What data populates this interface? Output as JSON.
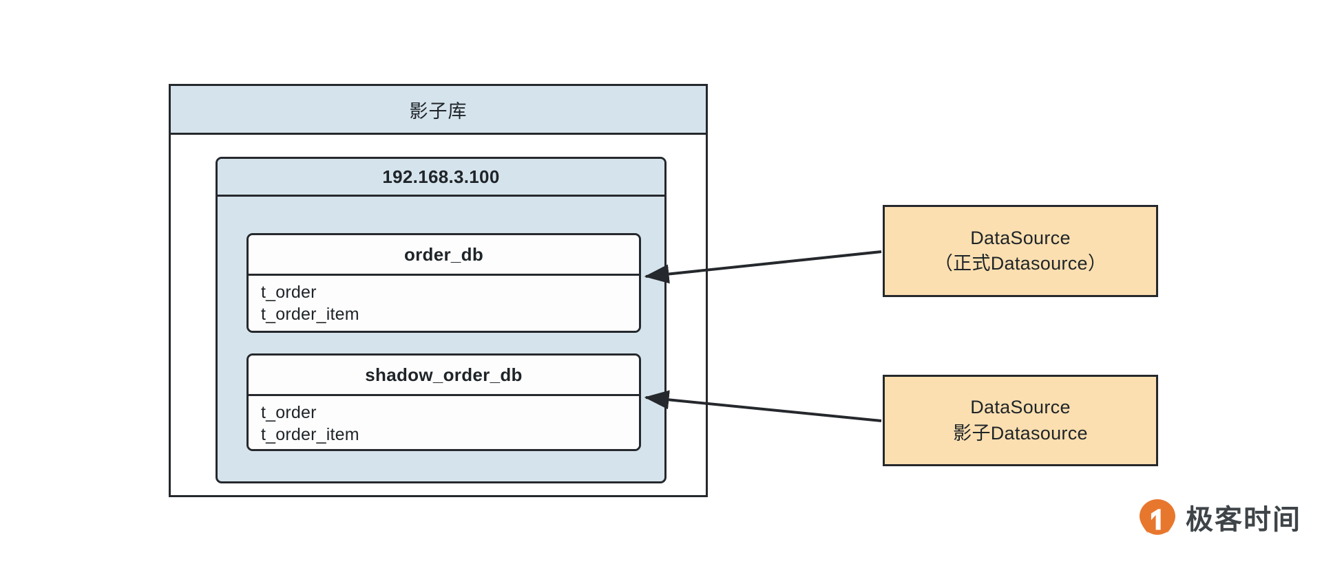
{
  "diagram": {
    "title": "影子库",
    "outer_container": {
      "header_label": "影子库",
      "fill": "#ffffff",
      "header_fill": "#d5e3ec",
      "border": "#25282c"
    },
    "host": {
      "label": "192.168.3.100",
      "fill": "#d5e3ec",
      "border": "#25282c",
      "databases": [
        {
          "name": "order_db",
          "kind": "production",
          "tables": [
            "t_order",
            "t_order_item"
          ],
          "fill": "#fdfdfd"
        },
        {
          "name": "shadow_order_db",
          "kind": "shadow",
          "tables": [
            "t_order",
            "t_order_item"
          ],
          "fill": "#fdfdfd"
        }
      ]
    },
    "datasources": [
      {
        "id": "primary",
        "lines": [
          "DataSource",
          "（正式Datasource）"
        ],
        "fill": "#fbdfb0",
        "border": "#25282c",
        "points_to": "order_db"
      },
      {
        "id": "shadow",
        "lines": [
          "DataSource",
          "影子Datasource"
        ],
        "fill": "#fbdfb0",
        "border": "#25282c",
        "points_to": "shadow_order_db"
      }
    ],
    "connectors": [
      {
        "name": "primary-datasource-to-order-db",
        "from": "DataSource（正式Datasource）",
        "to": "order_db",
        "style": "solid-arrow",
        "color": "#25282c"
      },
      {
        "name": "shadow-datasource-to-shadow-order-db",
        "from": "DataSource影子Datasource",
        "to": "shadow_order_db",
        "style": "solid-arrow",
        "color": "#25282c"
      }
    ]
  },
  "brand": {
    "name": "极客时间",
    "mark_icon": "location-pin-icon",
    "mark_color": "#e8772e",
    "text_color": "#3f4448"
  }
}
